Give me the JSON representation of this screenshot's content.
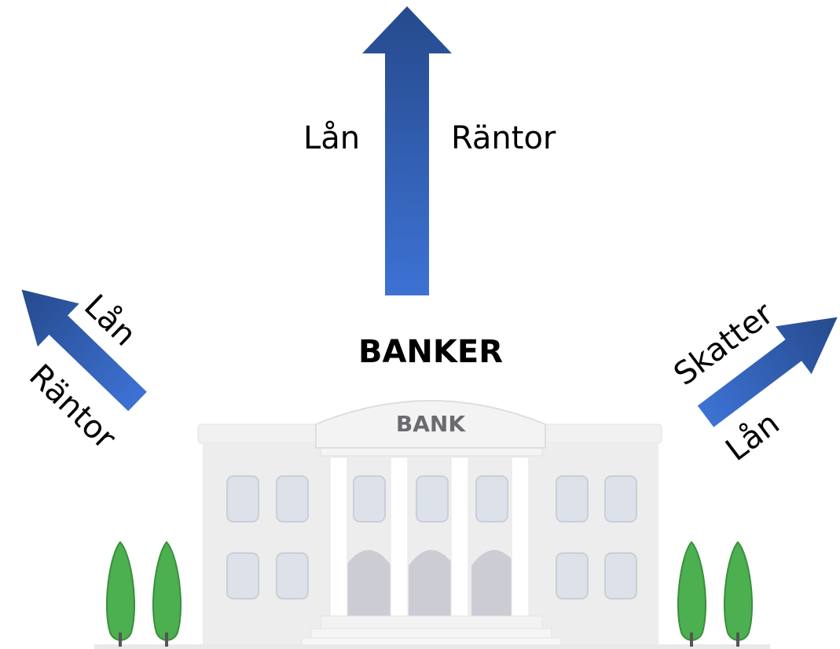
{
  "title": "BANKER",
  "bank_sign": "BANK",
  "arrows": {
    "up": {
      "left_label": "Lån",
      "right_label": "Räntor"
    },
    "left": {
      "upper_label": "Lån",
      "lower_label": "Räntor"
    },
    "right": {
      "upper_label": "Skatter",
      "lower_label": "Lån"
    }
  },
  "colors": {
    "arrow_dark": "#264a8c",
    "arrow_light": "#3d72d4",
    "tree": "#4caf50",
    "building": "#ececec"
  }
}
